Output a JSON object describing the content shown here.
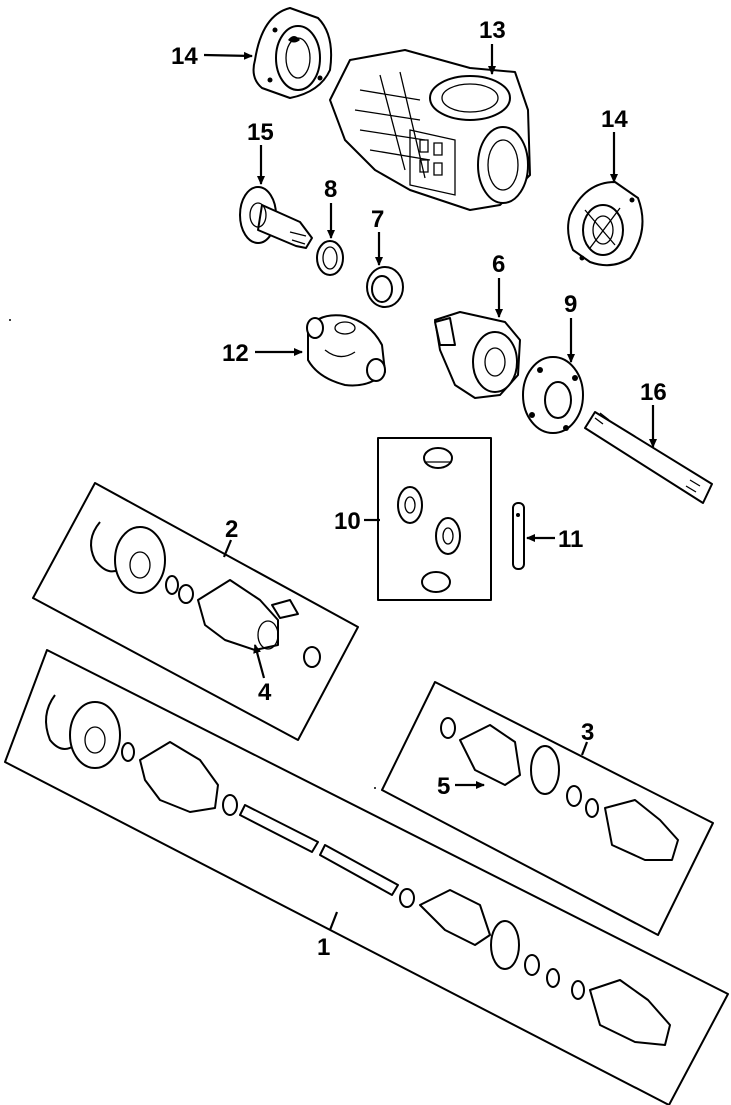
{
  "callouts": {
    "c1": "1",
    "c2": "2",
    "c3": "3",
    "c4": "4",
    "c5": "5",
    "c6": "6",
    "c7": "7",
    "c8": "8",
    "c9": "9",
    "c10": "10",
    "c11": "11",
    "c12": "12",
    "c13": "13",
    "c14a": "14",
    "c14b": "14",
    "c15": "15",
    "c16": "16"
  }
}
